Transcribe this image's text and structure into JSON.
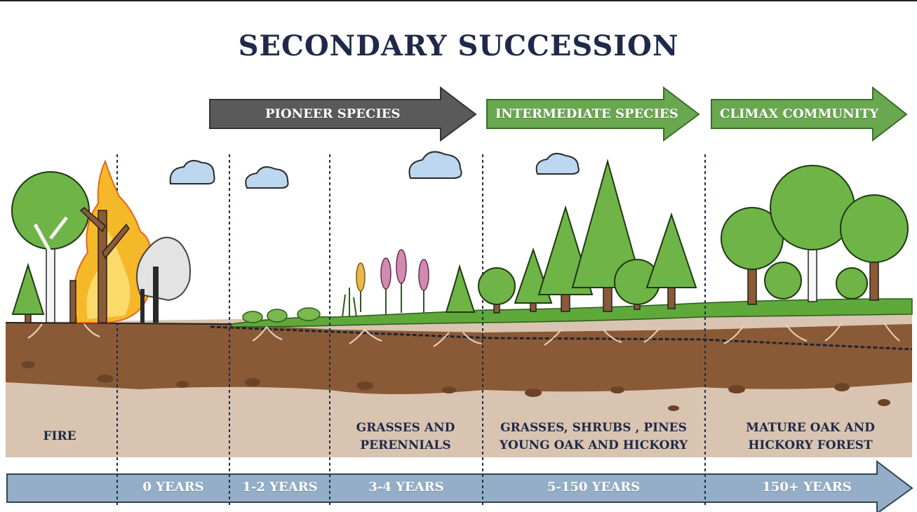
{
  "title": "SECONDARY SUCCESSION",
  "phases": {
    "pioneer": "PIONEER SPECIES",
    "intermediate": "INTERMEDIATE SPECIES",
    "climax": "CLIMAX COMMUNITY"
  },
  "stages": {
    "fire": "FIRE",
    "grasses_perennials_1": "GRASSES AND",
    "grasses_perennials_2": "PERENNIALS",
    "shrubs_pines_1": "GRASSES, SHRUBS , PINES",
    "shrubs_pines_2": "YOUNG OAK AND HICKORY",
    "mature_forest_1": "MATURE OAK AND",
    "mature_forest_2": "HICKORY FOREST"
  },
  "timeline": {
    "t0": "0 YEARS",
    "t1": "1-2 YEARS",
    "t2": "3-4 YEARS",
    "t3": "5-150 YEARS",
    "t4": "150+ YEARS"
  },
  "colors": {
    "title": "#1f2a4a",
    "pioneer_arrow": "#5a5a5a",
    "green_arrow": "#6aa84f",
    "timeline_arrow": "#93aec6",
    "grass": "#5fa83a",
    "topsoil": "#8a5a36",
    "subsoil": "#d8c4b0"
  }
}
